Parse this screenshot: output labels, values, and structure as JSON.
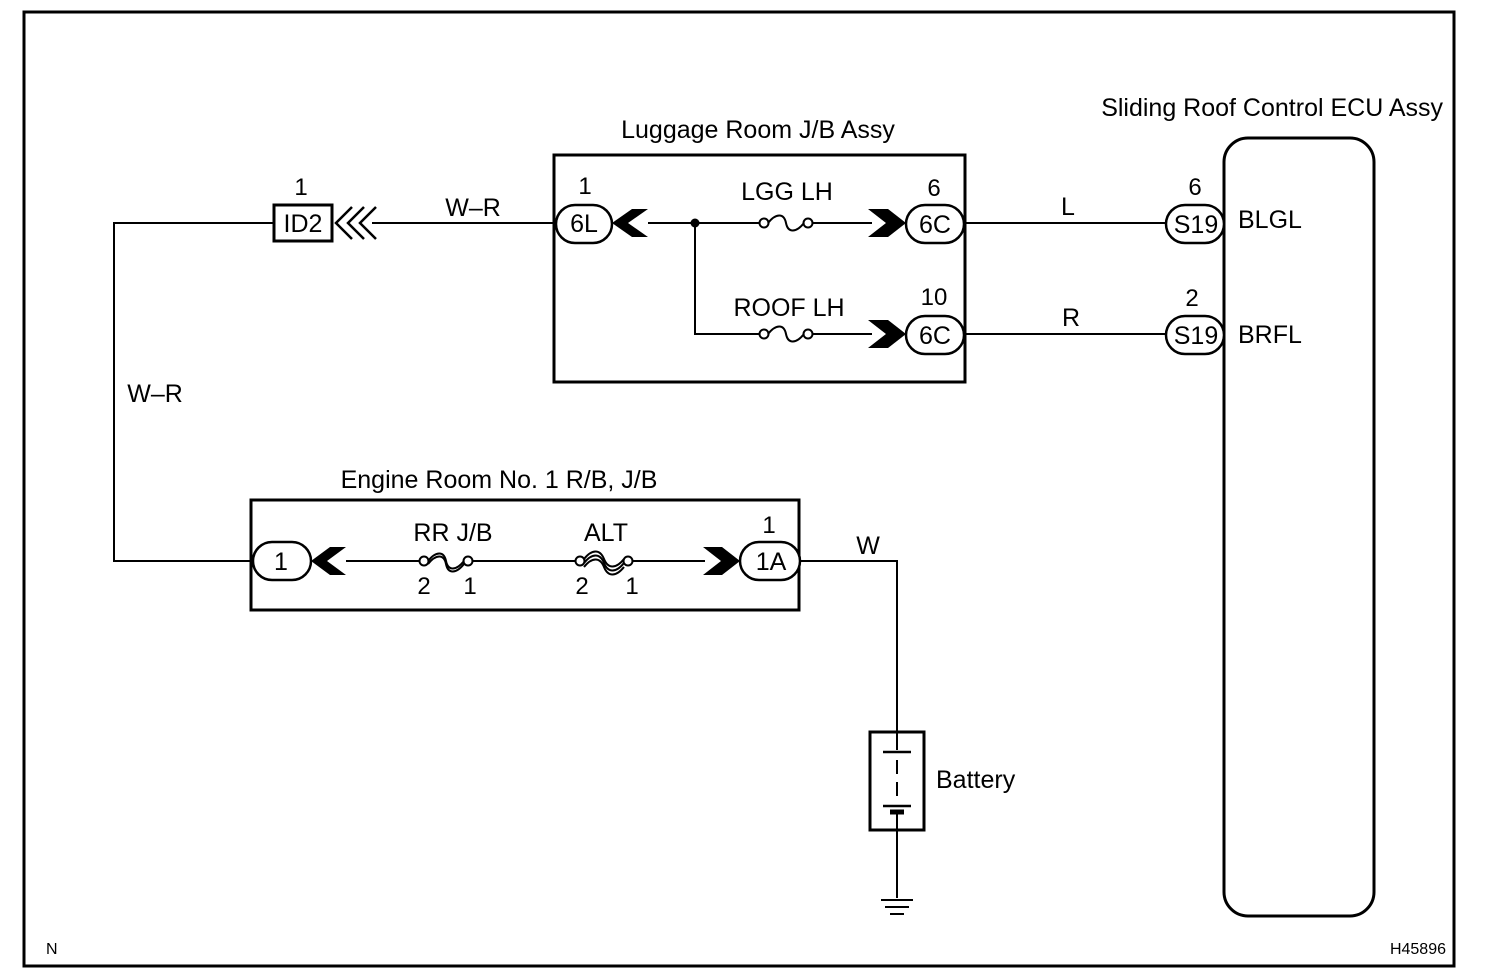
{
  "components": {
    "luggage_jb": "Luggage Room J/B Assy",
    "engine_rb": "Engine Room No. 1 R/B, J/B",
    "ecu": "Sliding Roof Control ECU Assy",
    "battery": "Battery"
  },
  "fuses": {
    "lgg_lh": "LGG LH",
    "roof_lh": "ROOF LH",
    "rr_jb": "RR J/B",
    "alt": "ALT"
  },
  "connectors": {
    "id2": {
      "code": "ID2",
      "pin": "1"
    },
    "lj_in": {
      "code": "6L",
      "pin": "1"
    },
    "lj_out1": {
      "code": "6C",
      "pin": "6"
    },
    "lj_out2": {
      "code": "6C",
      "pin": "10"
    },
    "ecu1": {
      "code": "S19",
      "pin": "6",
      "terminal": "BLGL"
    },
    "ecu2": {
      "code": "S19",
      "pin": "2",
      "terminal": "BRFL"
    },
    "er_left": {
      "code": "1"
    },
    "er_right": {
      "code": "1A",
      "pin": "1"
    }
  },
  "fuse_pins": {
    "rr_left": "2",
    "rr_right": "1",
    "alt_left": "2",
    "alt_right": "1"
  },
  "wires": {
    "wr_top": "W–R",
    "wr_left": "W–R",
    "l": "L",
    "r": "R",
    "w": "W"
  },
  "corner_left": "N",
  "corner_right": "H45896"
}
